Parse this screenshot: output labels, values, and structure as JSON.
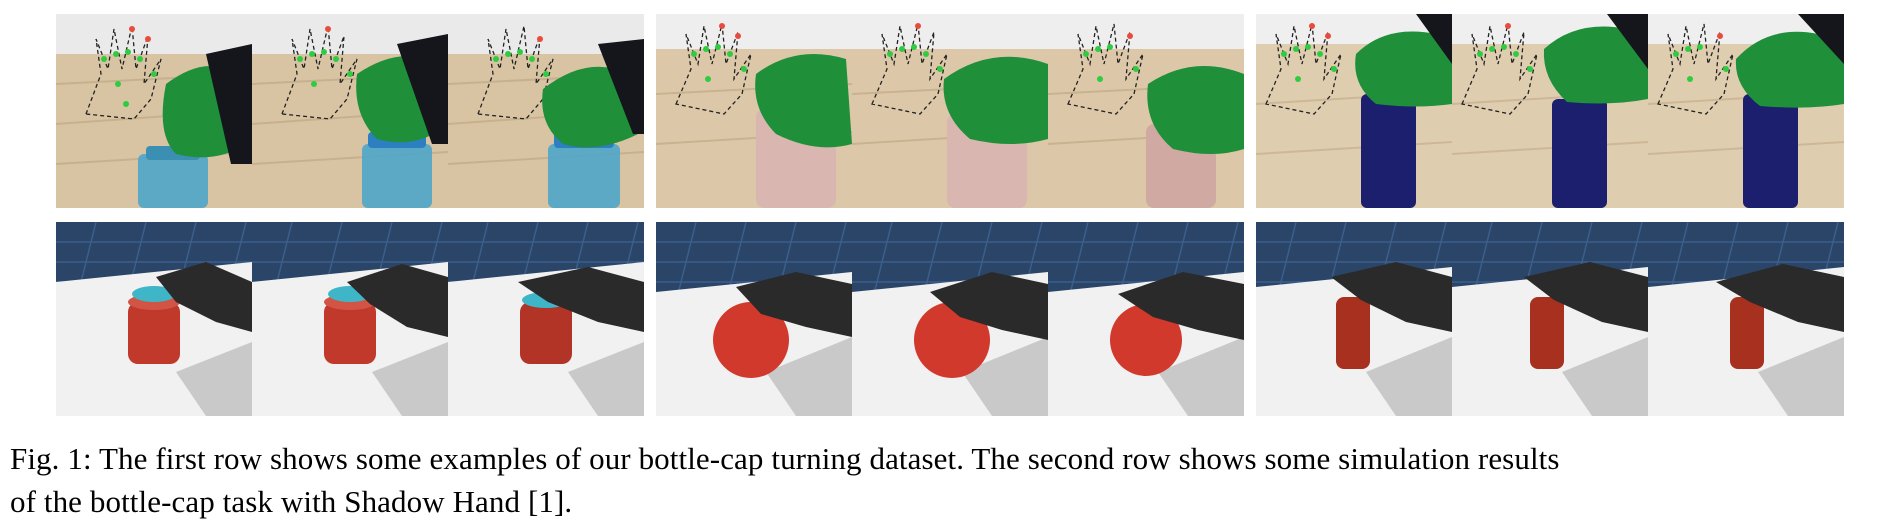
{
  "caption": {
    "prefix": "Fig. 1:",
    "line1": "The first row shows some examples of our bottle-cap turning dataset. The second row shows some simulation results",
    "line2": "of the bottle-cap task with Shadow Hand [1]."
  },
  "colors": {
    "table_wood": "#d9c6a8",
    "wall": "#eeeeee",
    "glove": "#1f8f3a",
    "sleeve": "#15151c",
    "bottle_clear": "#4fa6c9",
    "bottle_pink": "#d9b7b0",
    "bottle_blue": "#1b1f6e",
    "sim_floor": "#2a4568",
    "sim_table": "#f1f1f1",
    "sim_object": "#c0392b",
    "sim_cap": "#3fb6c8",
    "robot_hand": "#2a2a2a"
  }
}
